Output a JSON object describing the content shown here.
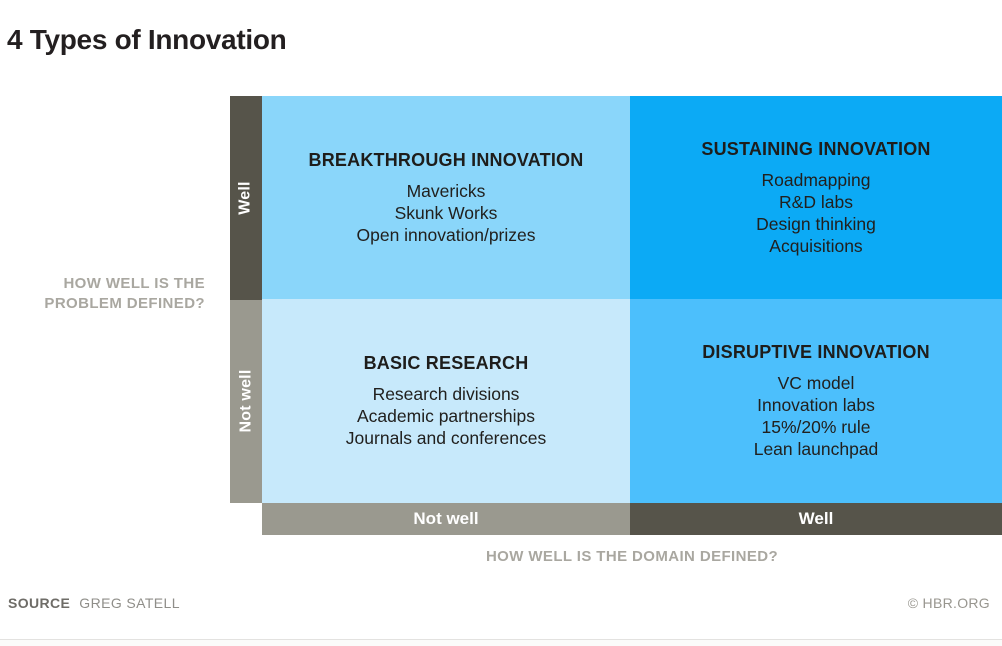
{
  "title": "4 Types of Innovation",
  "matrix": {
    "y_axis": {
      "caption_line1": "HOW WELL IS THE",
      "caption_line2": "PROBLEM DEFINED?",
      "top_label": "Well",
      "bottom_label": "Not well"
    },
    "x_axis": {
      "caption": "HOW WELL IS THE DOMAIN DEFINED?",
      "left_label": "Not well",
      "right_label": "Well"
    },
    "quadrants": [
      {
        "position": "top-left",
        "title": "BREAKTHROUGH INNOVATION",
        "items": [
          "Mavericks",
          "Skunk Works",
          "Open innovation/prizes"
        ],
        "color": "#8ad6fa"
      },
      {
        "position": "top-right",
        "title": "SUSTAINING INNOVATION",
        "items": [
          "Roadmapping",
          "R&D labs",
          "Design thinking",
          "Acquisitions"
        ],
        "color": "#0caaf5"
      },
      {
        "position": "bottom-left",
        "title": "BASIC RESEARCH",
        "items": [
          "Research divisions",
          "Academic partnerships",
          "Journals and conferences"
        ],
        "color": "#c7e9fb"
      },
      {
        "position": "bottom-right",
        "title": "DISRUPTIVE INNOVATION",
        "items": [
          "VC model",
          "Innovation labs",
          "15%/20% rule",
          "Lean launchpad"
        ],
        "color": "#4cbffc"
      }
    ]
  },
  "axis_colors": {
    "dark": "#56544a",
    "light": "#9a998f"
  },
  "footer": {
    "source_label": "SOURCE",
    "source_value": "GREG SATELL",
    "credit": "© HBR.ORG"
  }
}
